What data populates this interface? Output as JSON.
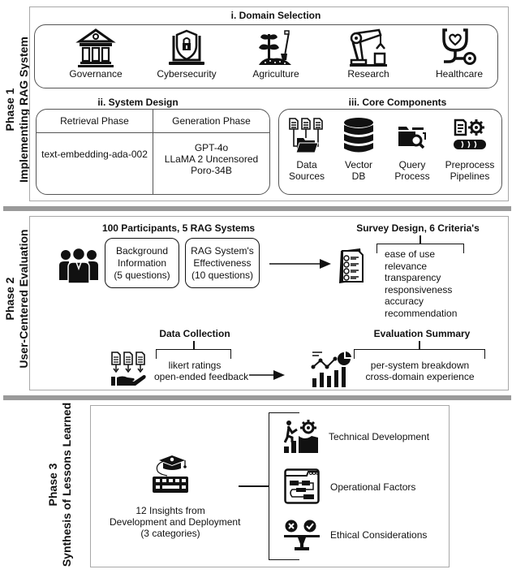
{
  "phase1": {
    "label_line1": "Phase 1",
    "label_line2": "Implementing RAG System",
    "domain_selection": {
      "title": "i. Domain Selection",
      "items": [
        {
          "icon": "government-building-icon",
          "label": "Governance"
        },
        {
          "icon": "laptop-shield-lock-icon",
          "label": "Cybersecurity"
        },
        {
          "icon": "plant-shovel-icon",
          "label": "Agriculture"
        },
        {
          "icon": "robotic-arm-icon",
          "label": "Research"
        },
        {
          "icon": "stethoscope-heart-icon",
          "label": "Healthcare"
        }
      ]
    },
    "system_design": {
      "title": "ii. System Design",
      "columns": [
        "Retrieval Phase",
        "Generation Phase"
      ],
      "retrieval_models": [
        "text-embedding-ada-002"
      ],
      "generation_models": [
        "GPT-4o",
        "LLaMA 2 Uncensored",
        "Poro-34B"
      ]
    },
    "core_components": {
      "title": "iii. Core Components",
      "items": [
        {
          "icon": "documents-folder-icon",
          "line1": "Data",
          "line2": "Sources"
        },
        {
          "icon": "database-icon",
          "line1": "Vector",
          "line2": "DB"
        },
        {
          "icon": "folder-search-icon",
          "line1": "Query",
          "line2": "Process"
        },
        {
          "icon": "document-gear-conveyor-icon",
          "line1": "Preprocess",
          "line2": "Pipelines"
        }
      ]
    }
  },
  "phase2": {
    "label_line1": "Phase 2",
    "label_line2": "User-Centered Evaluation",
    "participants": {
      "title": "100 Participants, 5 RAG Systems",
      "icon": "people-group-icon",
      "boxes": [
        {
          "line1": "Background",
          "line2": "Information",
          "line3": "(5 questions)"
        },
        {
          "line1": "RAG System's",
          "line2": "Effectiveness",
          "line3": "(10 questions)"
        }
      ]
    },
    "survey": {
      "title": "Survey Design, 6 Criteria's",
      "icon": "checklist-icon",
      "criteria": [
        "ease of use",
        "relevance",
        "transparency",
        "responsiveness",
        "accuracy",
        "recommendation"
      ]
    },
    "data_collection": {
      "title": "Data Collection",
      "icon": "documents-hand-icon",
      "items": [
        "likert ratings",
        "open-ended feedback"
      ]
    },
    "evaluation_summary": {
      "title": "Evaluation Summary",
      "icon": "analytics-chart-icon",
      "items": [
        "per-system breakdown",
        "cross-domain experience"
      ]
    }
  },
  "phase3": {
    "label_line1": "Phase 3",
    "label_line2": "Synthesis of Lessons Learned",
    "insights": {
      "icon": "graduation-keyboard-icon",
      "line1": "12 Insights from",
      "line2": "Development and Deployment",
      "line3": "(3 categories)"
    },
    "categories": [
      {
        "icon": "person-gear-growth-icon",
        "label": "Technical Development"
      },
      {
        "icon": "browser-flowchart-icon",
        "label": "Operational Factors"
      },
      {
        "icon": "balance-check-cross-icon",
        "label": "Ethical Considerations"
      }
    ]
  }
}
